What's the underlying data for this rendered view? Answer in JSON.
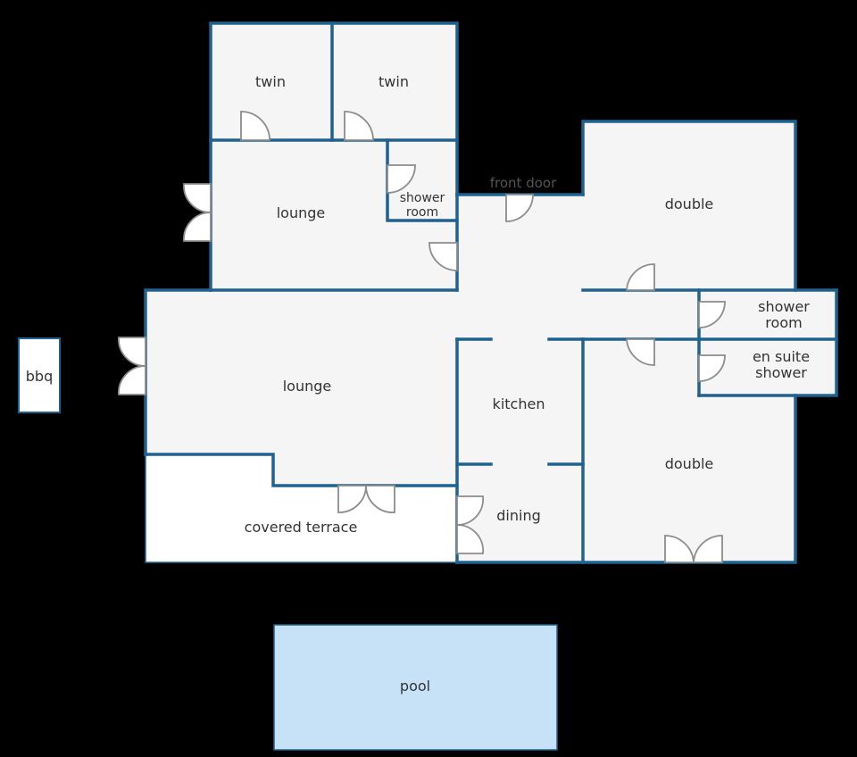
{
  "colors": {
    "background": "#000000",
    "room_fill": "#f5f5f5",
    "wall": "#20628f",
    "terrace_fill": "#ffffff",
    "pool_fill": "#c7e2f6",
    "door_stroke": "#8c8c8c",
    "label": "#333333"
  },
  "labels": {
    "twin_left": "twin",
    "twin_right": "twin",
    "lounge_upper": "lounge",
    "shower_room_upper_line1": "shower",
    "shower_room_upper_line2": "room",
    "front_door": "front door",
    "double_upper": "double",
    "shower_room_right_line1": "shower",
    "shower_room_right_line2": "room",
    "en_suite_line1": "en suite",
    "en_suite_line2": "shower",
    "lounge_main": "lounge",
    "kitchen": "kitchen",
    "dining": "dining",
    "double_lower": "double",
    "covered_terrace": "covered terrace",
    "bbq": "bbq",
    "pool": "pool"
  }
}
